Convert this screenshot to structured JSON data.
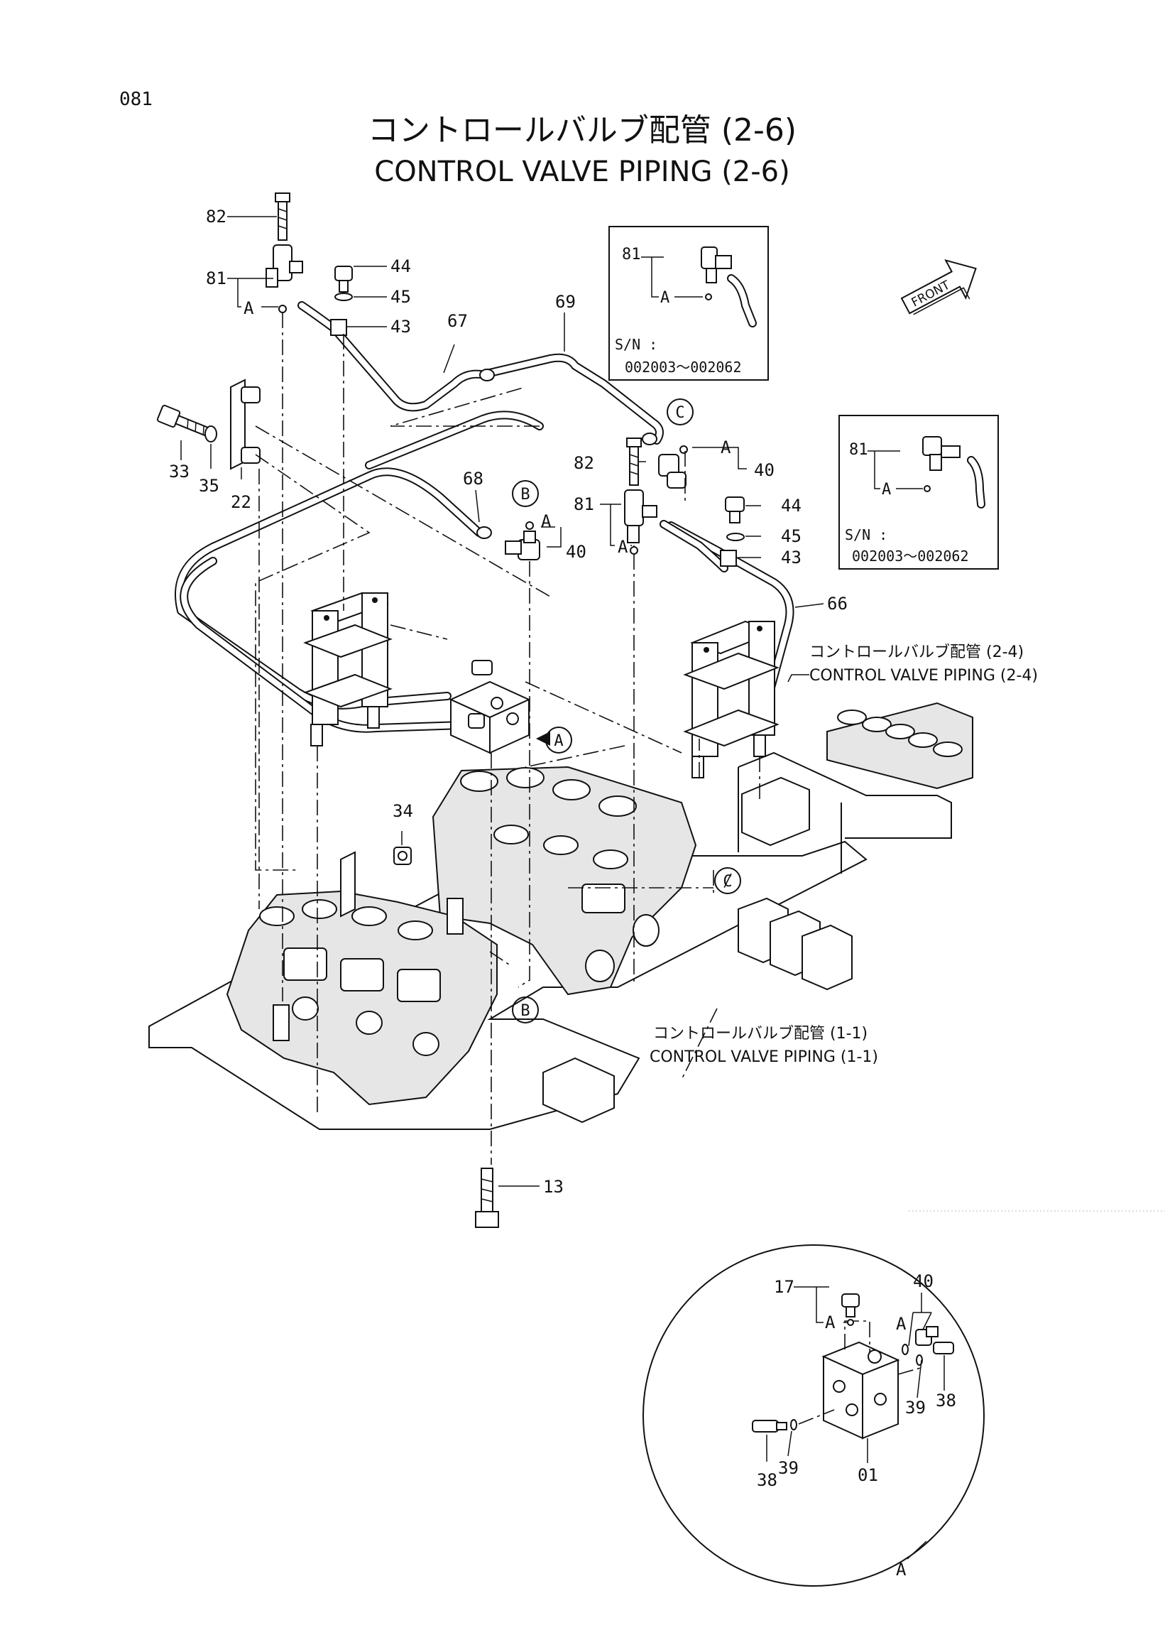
{
  "page_number": "081",
  "title_jp": "コントロールバルブ配管 (2-6)",
  "title_en": "CONTROL VALVE PIPING (2-6)",
  "front_label": "FRONT",
  "callouts": {
    "c82a": "82",
    "c81a": "81",
    "cAa": "A",
    "c44a": "44",
    "c45a": "45",
    "c43a": "43",
    "c67": "67",
    "c69": "69",
    "c33": "33",
    "c35": "35",
    "c22": "22",
    "c68": "68",
    "c40b": "40",
    "cAb": "A",
    "c82b": "82",
    "c81b": "81",
    "cAc": "A",
    "c40c": "40",
    "cAd": "A",
    "c44b": "44",
    "c45b": "45",
    "c43b": "43",
    "c66": "66",
    "c34": "34",
    "c13": "13"
  },
  "circle_refs": {
    "B_top": "B",
    "C_top": "C",
    "A_mid": "A",
    "C_right": "C",
    "B_bottom": "B"
  },
  "inset_1": {
    "part": "81",
    "ref": "A",
    "sn_label": "S/N :",
    "sn_range": "002003～002062"
  },
  "inset_2": {
    "part": "81",
    "ref": "A",
    "sn_label": "S/N :",
    "sn_range": "002003～002062"
  },
  "cross_refs": {
    "r24_jp": "コントロールバルブ配管 (2-4)",
    "r24_en": "CONTROL VALVE PIPING (2-4)",
    "r11_jp": "コントロールバルブ配管 (1-1)",
    "r11_en": "CONTROL VALVE PIPING (1-1)"
  },
  "detail_a": {
    "c17": "17",
    "cA1": "A",
    "c40": "40",
    "cA2": "A",
    "c39a": "39",
    "c38a": "38",
    "c39b": "39",
    "c38b": "38",
    "c01": "01",
    "view_label": "A"
  }
}
